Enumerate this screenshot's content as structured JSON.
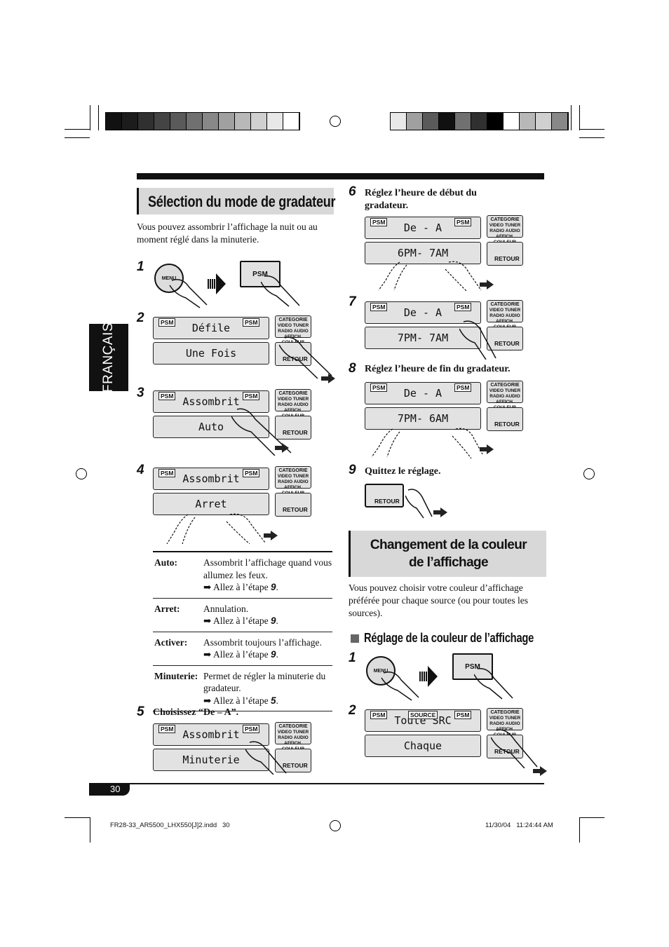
{
  "side_tab": "FRANÇAIS",
  "page_number": "30",
  "footer": {
    "left": "FR28-33_AR5500_LHX550[J]2.indd   30",
    "right": "11/30/04   11:24:44 AM"
  },
  "left": {
    "title": "Sélection du mode de gradateur",
    "intro": "Vous pouvez assombrir l’affichage la nuit ou au moment réglé dans la minuterie.",
    "step1": "1",
    "step2": "2",
    "step3": "3",
    "step4": "4",
    "step5": "5",
    "step5_label": "Choisissez “De – A”.",
    "menu_label": "MENU",
    "psm_label": "PSM",
    "lcd2": {
      "line1": "Défile",
      "line2": "Une Fois"
    },
    "lcd3": {
      "line1": "Assombrit",
      "line2": "Auto"
    },
    "lcd4": {
      "line1": "Assombrit",
      "line2": "Arret"
    },
    "lcd5": {
      "line1": "Assombrit",
      "line2": "Minuterie"
    },
    "options": [
      {
        "key": "Auto:",
        "text": "Assombrit l’affichage quand vous allumez les feux.",
        "goto_prefix": "➡ Allez à l’étape ",
        "goto_step": "9"
      },
      {
        "key": "Arret:",
        "text": "Annulation.",
        "goto_prefix": "➡ Allez à l’étape ",
        "goto_step": "9"
      },
      {
        "key": "Activer:",
        "text": "Assombrit toujours l’affichage.",
        "goto_prefix": "➡ Allez à l’étape ",
        "goto_step": "9"
      },
      {
        "key": "Minuterie:",
        "text": "Permet de régler la minuterie du gradateur.",
        "goto_prefix": "➡ Allez à l’étape ",
        "goto_step": "5"
      }
    ]
  },
  "right": {
    "step6": "6",
    "step6_label": "Réglez l’heure de début du gradateur.",
    "step7": "7",
    "step8": "8",
    "step8_label": "Réglez l’heure de fin du gradateur.",
    "step9": "9",
    "step9_label": "Quittez le réglage.",
    "lcd6": {
      "line1": "De - A",
      "line2": "6PM- 7AM"
    },
    "lcd7": {
      "line1": "De - A",
      "line2": "7PM- 7AM"
    },
    "lcd8": {
      "line1": "De - A",
      "line2": "7PM- 6AM"
    },
    "title2_line1": "Changement de la couleur",
    "title2_line2": "de l’affichage",
    "intro2": "Vous pouvez choisir votre couleur d’affichage préférée pour chaque source (ou pour toutes les sources).",
    "subtitle": "Réglage de la couleur de l’affichage",
    "sub_step1": "1",
    "sub_step2": "2",
    "lcd_sub2": {
      "line1": "Toute SRC",
      "line2": "Chaque",
      "source_tag": "SOURCE"
    }
  },
  "lcd_common": {
    "psm": "PSM",
    "categorie": "CATEGORIE",
    "cat_line2": "VIDEO TUNER",
    "cat_line3": "RADIO AUDIO",
    "cat_line4": "AFFICH. COULEUR",
    "retour": "RETOUR"
  },
  "colors": {
    "title_bg": "#d8d8d8",
    "rule": "#111111",
    "lcd_bg": "#e2e2e2"
  },
  "calibration_left": [
    "#111111",
    "#1c1c1c",
    "#303030",
    "#444444",
    "#5a5a5a",
    "#707070",
    "#888888",
    "#a0a0a0",
    "#b8b8b8",
    "#d0d0d0",
    "#e8e8e8",
    "#ffffff"
  ],
  "calibration_right": [
    "#e8e8e8",
    "#a0a0a0",
    "#5a5a5a",
    "#111111",
    "#707070",
    "#303030",
    "#000000",
    "#ffffff",
    "#b8b8b8",
    "#d0d0d0",
    "#888888"
  ]
}
